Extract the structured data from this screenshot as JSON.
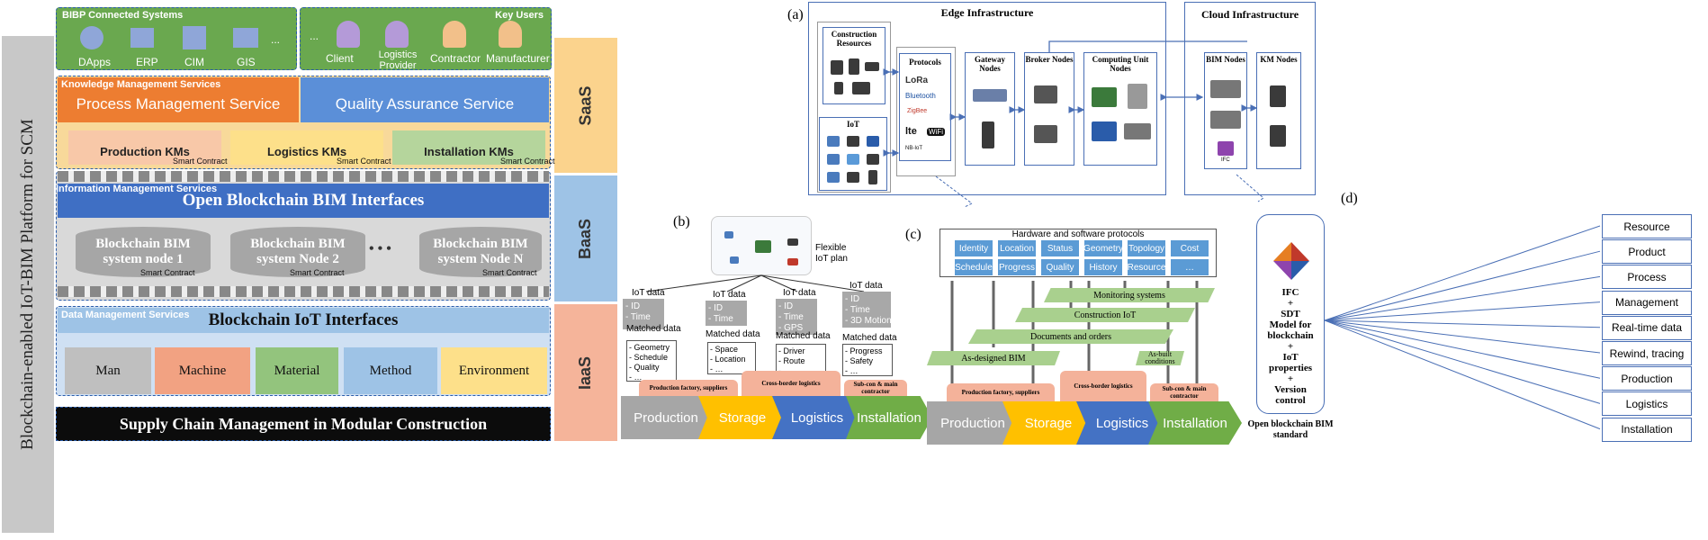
{
  "panelA_left": {
    "side_title": "Blockchain-enabled IoT-BIM Platform for SCM",
    "bibp_title": "BIBP Connected Systems",
    "bibp_items": [
      "DApps",
      "ERP",
      "CIM",
      "GIS",
      "..."
    ],
    "key_users_title": "Key Users",
    "key_users": [
      "...",
      "Client",
      "Logistics Provider",
      "Contractor",
      "Manufacturer"
    ],
    "km_services_title": "Knowledge Management Services",
    "process_mgmt": "Process Management Service",
    "quality_assurance": "Quality Assurance Service",
    "kms": [
      "Production KMs",
      "Logistics KMs",
      "Installation KMs"
    ],
    "smart_contract": "Smart Contract",
    "info_mgmt_title": "Information Management Services",
    "open_bim_interfaces": "Open Blockchain BIM Interfaces",
    "nodes": [
      "Blockchain BIM system node 1",
      "Blockchain BIM system Node 2",
      "Blockchain BIM system Node N"
    ],
    "node_dots": "• • •",
    "data_mgmt_title": "Data Management Services",
    "iot_interfaces": "Blockchain IoT Interfaces",
    "factors": [
      "Man",
      "Machine",
      "Material",
      "Method",
      "Environment"
    ],
    "footer": "Supply Chain Management in Modular Construction",
    "layers": [
      "SaaS",
      "BaaS",
      "IaaS"
    ]
  },
  "panelA_right": {
    "label": "(a)",
    "edge_title": "Edge Infrastructure",
    "cloud_title": "Cloud Infrastructure",
    "construction_resources": "Construction Resources",
    "iot": "IoT",
    "protocols": "Protocols",
    "protocol_names": [
      "LoRa",
      "Bluetooth",
      "ZigBee",
      "lte",
      "WiFi",
      "NB-IoT"
    ],
    "gateway": "Gateway Nodes",
    "broker": "Broker Nodes",
    "computing": "Computing Unit Nodes",
    "bim_nodes": "BIM Nodes",
    "km_nodes": "KM Nodes",
    "ifc": "IFC"
  },
  "panelB": {
    "label": "(b)",
    "flexible": "Flexible IoT plan",
    "columns": [
      {
        "title": "IoT data",
        "gray": "- ID\n- Time",
        "matched": "Matched data",
        "items": "- Geometry\n- Schedule\n- Quality\n- …"
      },
      {
        "title": "IoT data",
        "gray": "- ID\n- Time",
        "matched": "Matched data",
        "items": "- Space\n- Location\n- …"
      },
      {
        "title": "IoT data",
        "gray": "- ID\n- Time\n- GPS",
        "matched": "Matched data",
        "items": "- Driver\n- Route\n- …"
      },
      {
        "title": "IoT data",
        "gray": "- ID\n- Time\n- 3D Motion",
        "matched": "Matched data",
        "items": "- Progress\n- Safety\n- …"
      }
    ],
    "places": [
      "Production factory, suppliers",
      "Cross-border logistics",
      "Sub-con & main contractor"
    ],
    "stages": [
      "Production",
      "Storage",
      "Logistics",
      "Installation"
    ]
  },
  "panelC": {
    "label": "(c)",
    "hw_title": "Hardware and software protocols",
    "row1": [
      "Identity",
      "Location",
      "Status",
      "Geometry",
      "Topology",
      "Cost"
    ],
    "row2": [
      "Schedule",
      "Progress",
      "Quality",
      "History",
      "Resource",
      "…"
    ],
    "bars": [
      "Monitoring systems",
      "Construction IoT",
      "Documents and orders",
      "As-designed BIM",
      "As-built conditions"
    ],
    "places": [
      "Production factory, suppliers",
      "Cross-border logistics",
      "Sub-con & main contractor"
    ],
    "stages": [
      "Production",
      "Storage",
      "Logistics",
      "Installation"
    ]
  },
  "panelD": {
    "label": "(d)",
    "center": [
      "IFC",
      "+",
      "SDT",
      "Model for",
      "blockchain",
      "+",
      "IoT",
      "properties",
      "+",
      "Version",
      "control"
    ],
    "caption": "Open blockchain BIM standard",
    "items": [
      "Resource",
      "Product",
      "Process",
      "Management",
      "Real-time data",
      "Rewind, tracing",
      "Production",
      "Logistics",
      "Installation"
    ]
  },
  "colors": {
    "saas": "#fbd38d",
    "baas": "#9ec3e6",
    "iaas": "#f5b49a",
    "orange": "#ed7d31",
    "blue": "#4472c4",
    "green": "#70ad47"
  }
}
